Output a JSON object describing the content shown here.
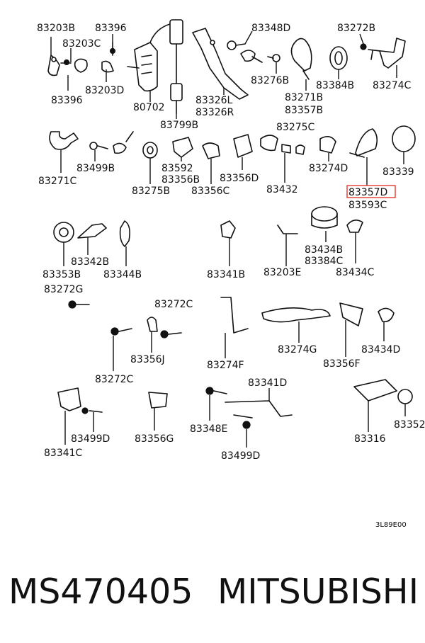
{
  "diagram": {
    "diagram_code": "3L89E00",
    "highlight_color": "#e4382f",
    "highlighted_label": "83357D",
    "labels": [
      "83203B",
      "83396",
      "83203C",
      "83396",
      "83203D",
      "80702",
      "83799B",
      "83326L",
      "83326R",
      "83348D",
      "83276B",
      "83271B",
      "83357B",
      "83272B",
      "83384B",
      "83274C",
      "83271C",
      "83499B",
      "83275B",
      "83592",
      "83356B",
      "83356C",
      "83356D",
      "83275C",
      "83432",
      "83274D",
      "83357D",
      "83593C",
      "83339",
      "83353B",
      "83342B",
      "83344B",
      "83272G",
      "83341B",
      "83203E",
      "83434B",
      "83384C",
      "83434C",
      "83272C",
      "83356J",
      "83272C",
      "83274F",
      "83274G",
      "83356F",
      "83434D",
      "83341C",
      "83499D",
      "83356G",
      "83348E",
      "83341D",
      "83499D",
      "83316",
      "83352"
    ]
  },
  "footer": {
    "part_number": "MS470405",
    "brand": "MITSUBISHI"
  }
}
